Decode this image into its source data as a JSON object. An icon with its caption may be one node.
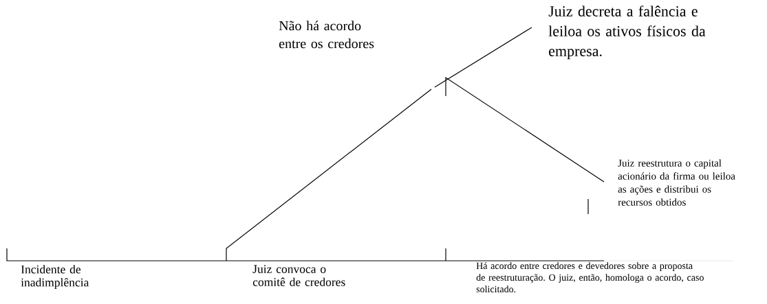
{
  "diagram": {
    "labels": [
      "Não há acordo entre os credores",
      "Juiz decreta a falência e leiloa os ativos físicos da empresa.",
      "Juiz reestrutura o capital acionário da firma ou leiloa as ações e distribui os recursos obtidos",
      "Incidente de inadimplência",
      "Juiz convoca o comitê de credores",
      "Há acordo entre credores e devedores sobre a proposta de reestruturação. O juiz, então, homologa o acordo, caso solicitado."
    ]
  }
}
